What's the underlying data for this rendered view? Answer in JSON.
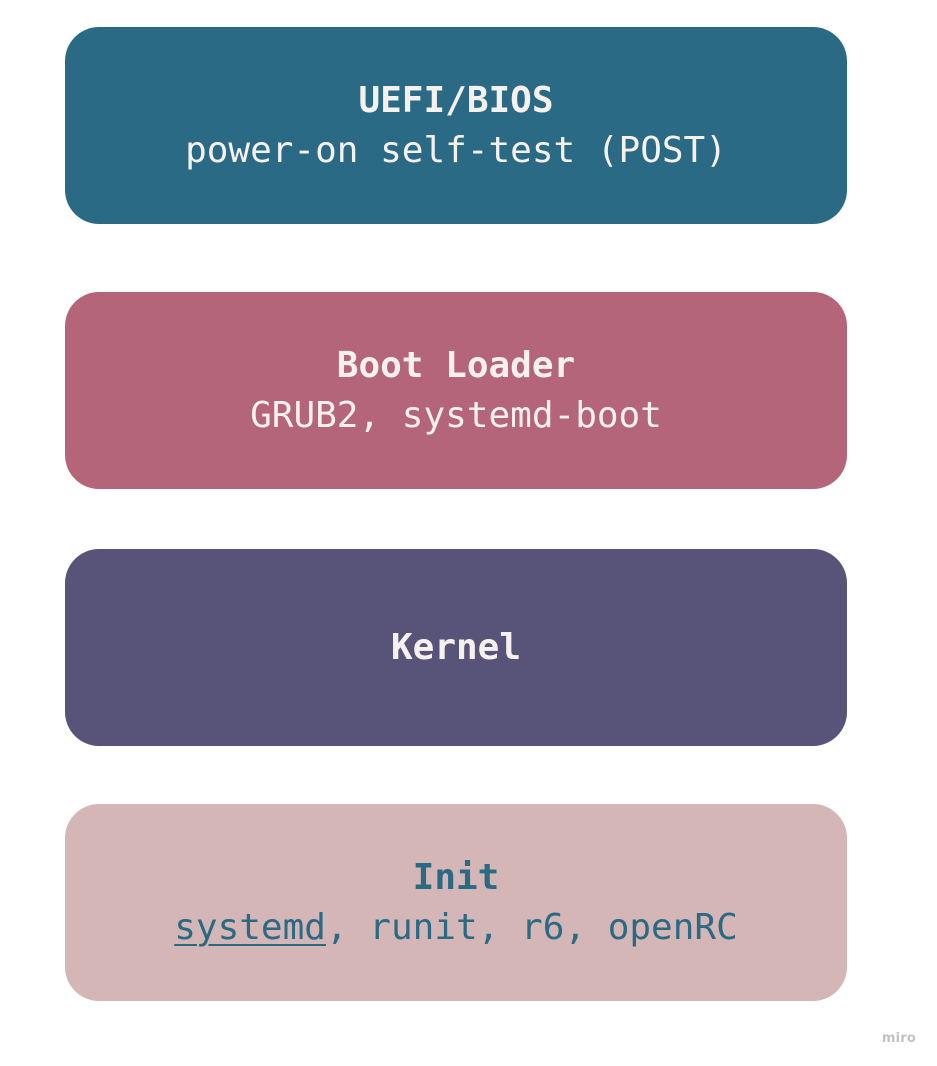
{
  "stages": [
    {
      "title": "UEFI/BIOS",
      "description": "power-on self-test (POST)",
      "color": "#2a6a84"
    },
    {
      "title": "Boot Loader",
      "description": "GRUB2, systemd-boot",
      "color": "#b46579"
    },
    {
      "title": "Kernel",
      "color": "#585378"
    },
    {
      "title": "Init",
      "link_text": "systemd",
      "description_rest": ", runit, r6, openRC",
      "color": "#d4b6b6",
      "text_color": "#2a6a84"
    }
  ],
  "watermark": "miro"
}
